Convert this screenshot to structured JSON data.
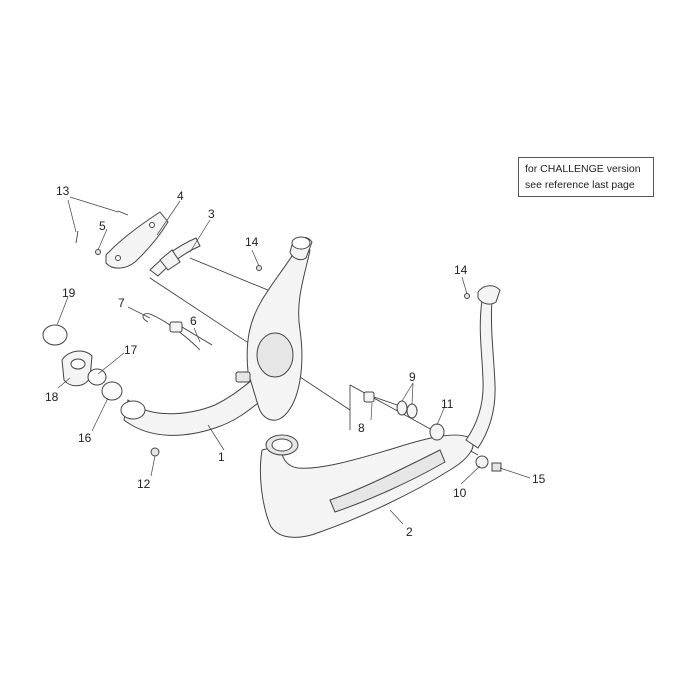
{
  "note": {
    "line1": "for CHALLENGE version",
    "line2": "see reference last page"
  },
  "callouts": {
    "c1": "1",
    "c2": "2",
    "c3": "3",
    "c4": "4",
    "c5": "5",
    "c6": "6",
    "c7": "7",
    "c8": "8",
    "c9": "9",
    "c10": "10",
    "c11": "11",
    "c12": "12",
    "c13": "13",
    "c14a": "14",
    "c14b": "14",
    "c15": "15",
    "c16": "16",
    "c17": "17",
    "c18": "18",
    "c19": "19"
  }
}
